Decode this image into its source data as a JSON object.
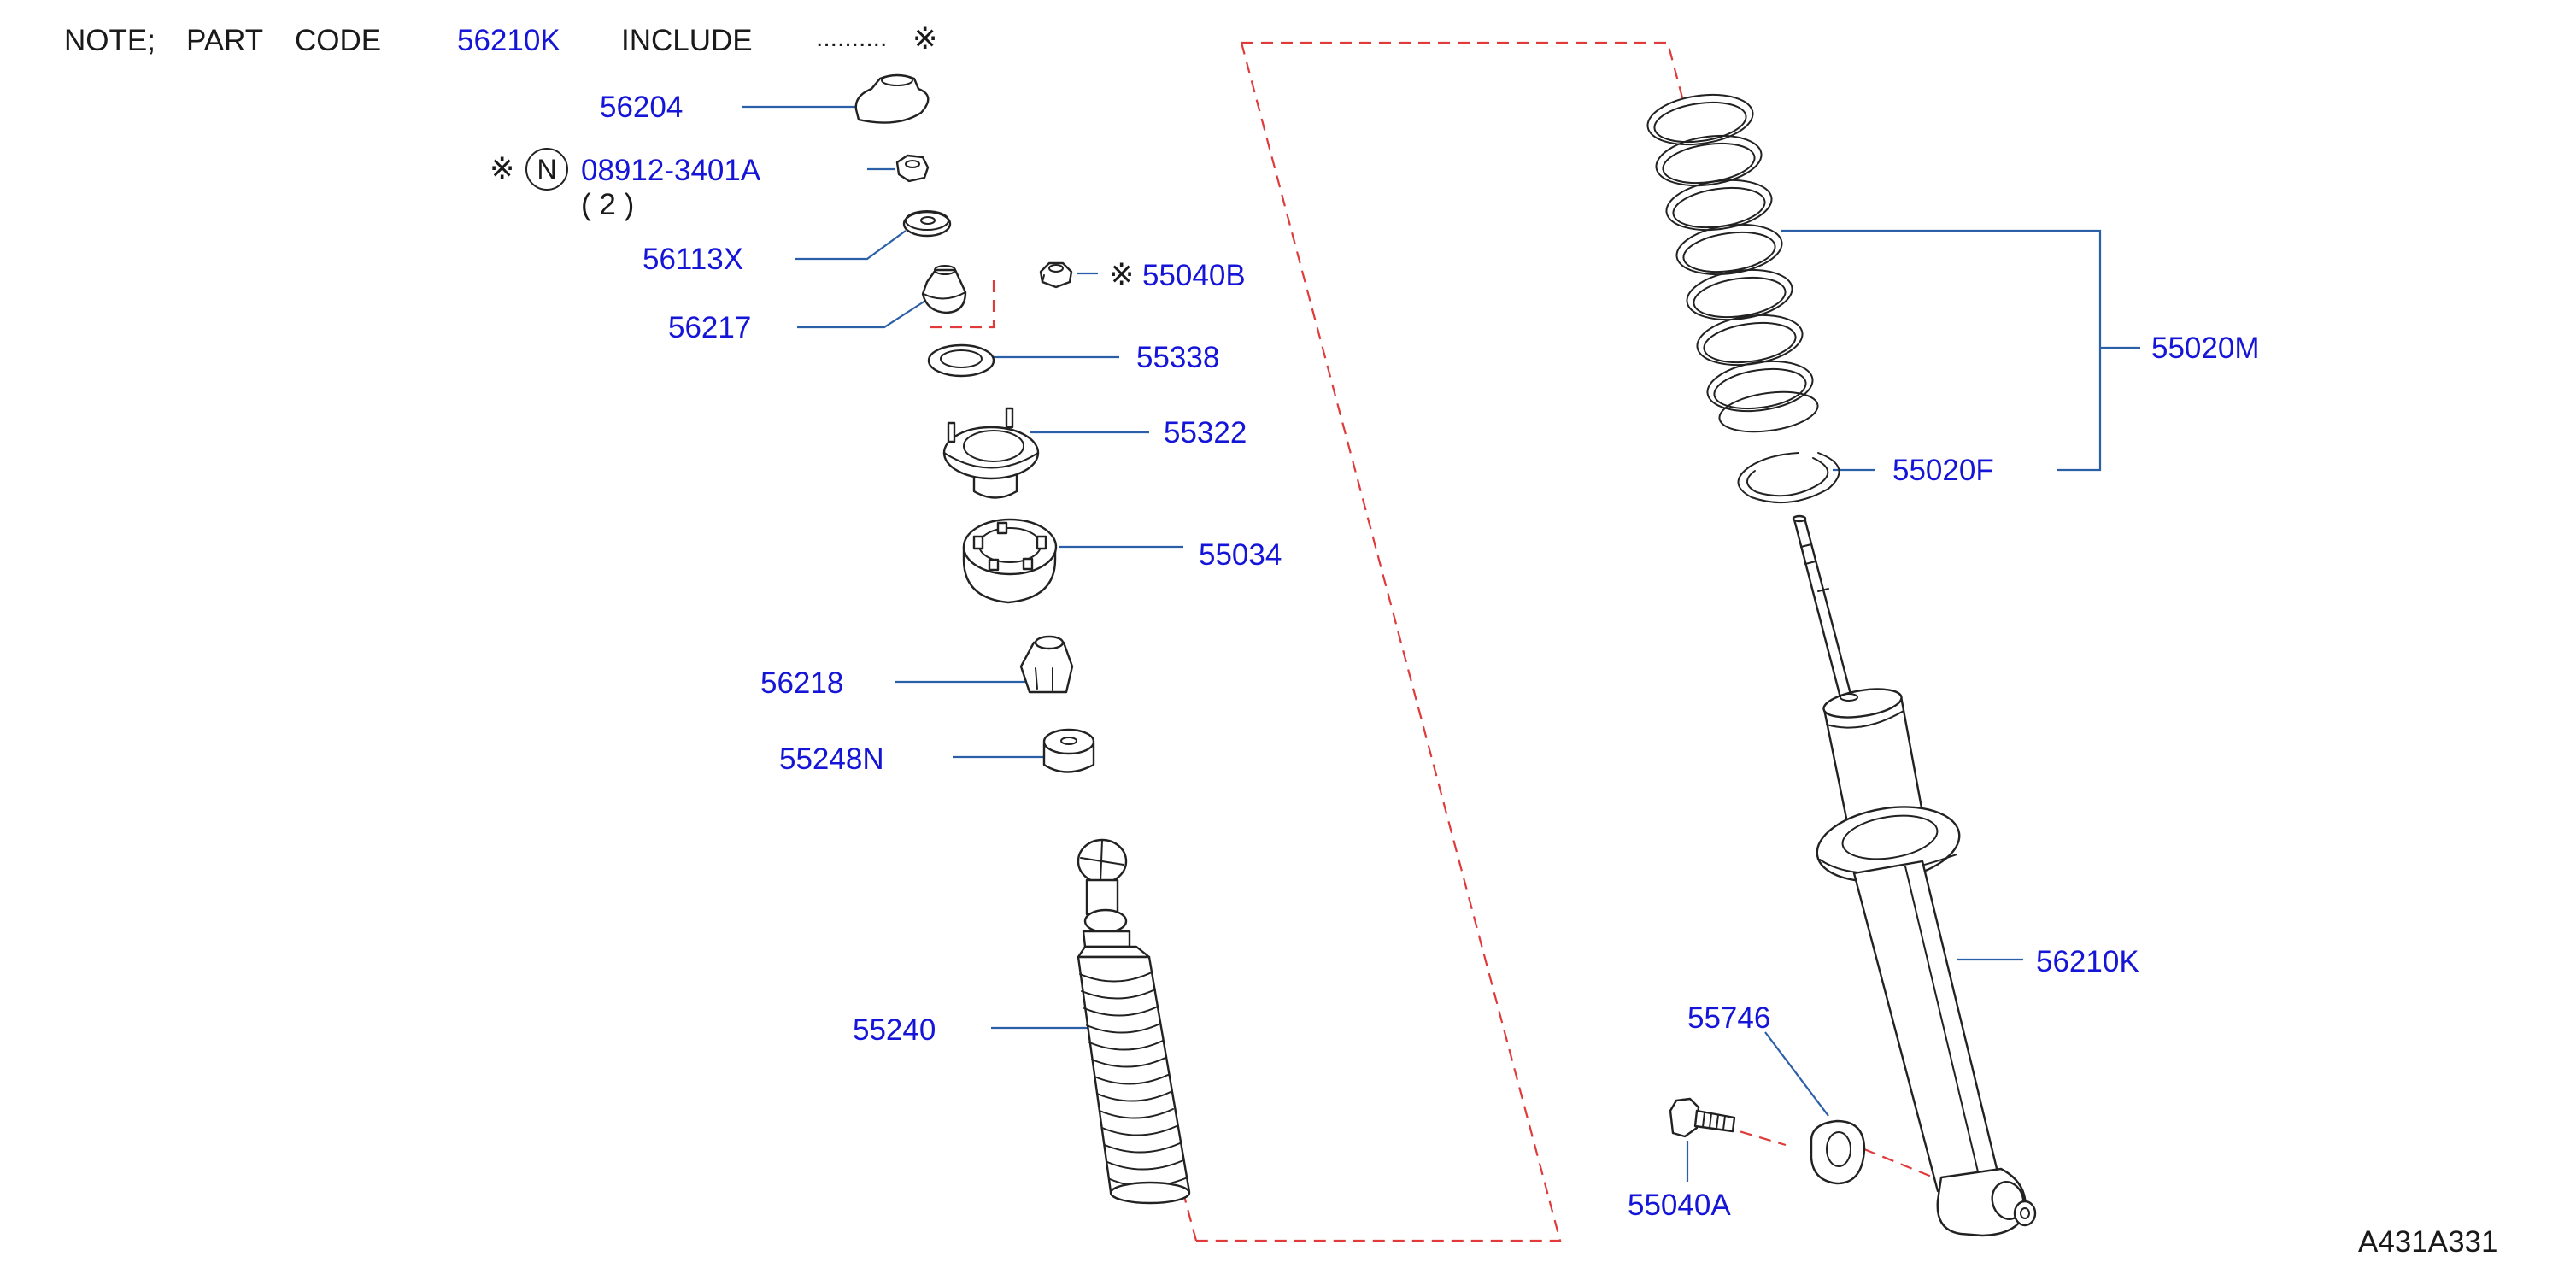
{
  "note": {
    "prefix": "NOTE;",
    "part": "PART",
    "code": "CODE",
    "part_code": "56210K",
    "include": "INCLUDE",
    "dots": "..........",
    "mark": "※"
  },
  "callouts": {
    "p56204": "56204",
    "p08912": "08912-3401A",
    "p08912_mark": "※",
    "p08912_n": "N",
    "p08912_qty": "( 2 )",
    "p56113X": "56113X",
    "p56217": "56217",
    "p55040B": "55040B",
    "p55040B_mark": "※",
    "p55338": "55338",
    "p55322": "55322",
    "p55034": "55034",
    "p56218": "56218",
    "p55248N": "55248N",
    "p55240": "55240",
    "p55020M": "55020M",
    "p55020F": "55020F",
    "p56210K": "56210K",
    "p55746": "55746",
    "p55040A": "55040A"
  },
  "diagram_id": "A431A331",
  "colors": {
    "label": "#1515d8",
    "leader": "#2b5fa8",
    "dashed": "#e03a3a",
    "part_stroke": "#222222"
  }
}
